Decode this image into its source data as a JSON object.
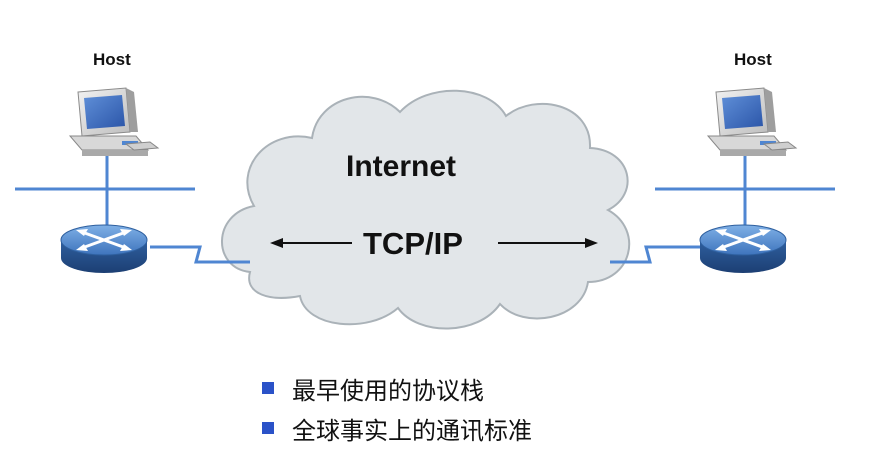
{
  "left_host": {
    "label": "Host"
  },
  "right_host": {
    "label": "Host"
  },
  "cloud": {
    "title": "Internet",
    "protocol": "TCP/IP"
  },
  "bullets": [
    {
      "text": "最早使用的协议栈"
    },
    {
      "text": "全球事实上的通讯标准"
    }
  ],
  "colors": {
    "network_line": "#4f86d2",
    "cloud_fill": "#e2e6e9",
    "cloud_stroke": "#aab2b8",
    "router_body": "#2e5f9e",
    "bullet": "#2a52c8"
  }
}
